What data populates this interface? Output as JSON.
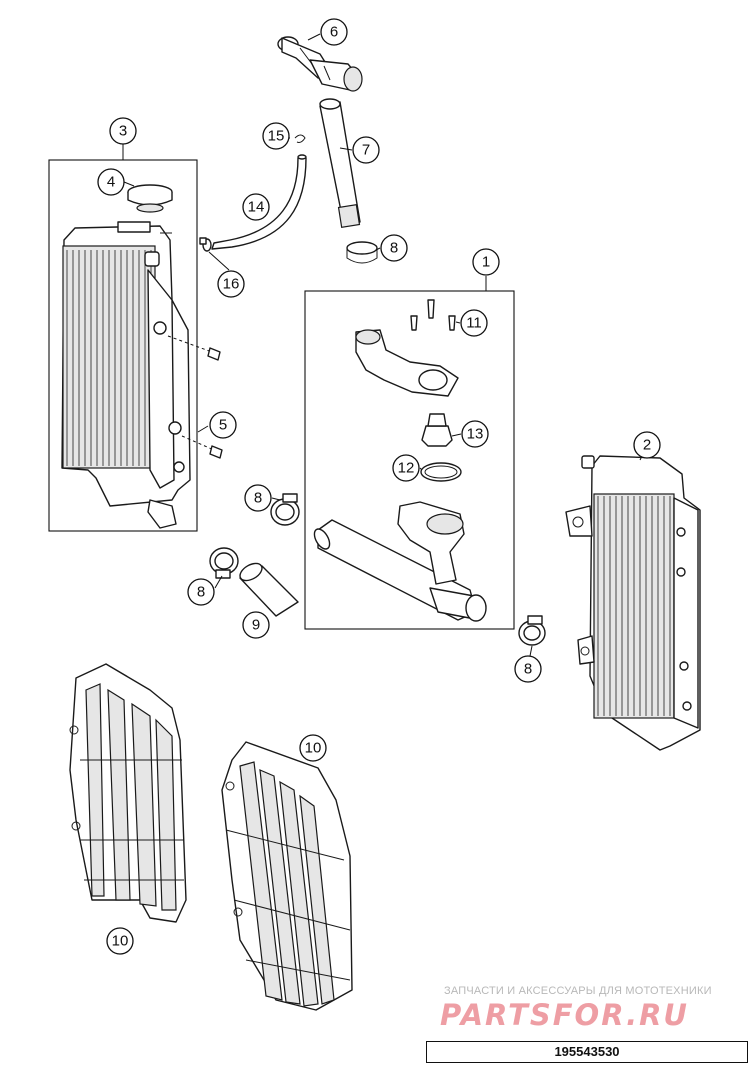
{
  "callouts": [
    {
      "id": "1",
      "label": "1",
      "part": "thermostat-assembly"
    },
    {
      "id": "2",
      "label": "2",
      "part": "radiator-right"
    },
    {
      "id": "3",
      "label": "3",
      "part": "radiator-left-assembly"
    },
    {
      "id": "4",
      "label": "4",
      "part": "radiator-cap"
    },
    {
      "id": "5",
      "label": "5",
      "part": "screw"
    },
    {
      "id": "6",
      "label": "6",
      "part": "top-hose-connector"
    },
    {
      "id": "7",
      "label": "7",
      "part": "top-pipe"
    },
    {
      "id": "8a",
      "label": "8",
      "part": "hose-clamp"
    },
    {
      "id": "8b",
      "label": "8",
      "part": "hose-clamp"
    },
    {
      "id": "8c",
      "label": "8",
      "part": "hose-clamp"
    },
    {
      "id": "8d",
      "label": "8",
      "part": "hose-clamp"
    },
    {
      "id": "9",
      "label": "9",
      "part": "hose-sleeve"
    },
    {
      "id": "10a",
      "label": "10",
      "part": "radiator-guard"
    },
    {
      "id": "10b",
      "label": "10",
      "part": "radiator-guard"
    },
    {
      "id": "11",
      "label": "11",
      "part": "screw-set"
    },
    {
      "id": "12",
      "label": "12",
      "part": "o-ring"
    },
    {
      "id": "13",
      "label": "13",
      "part": "thermostat"
    },
    {
      "id": "14",
      "label": "14",
      "part": "overflow-hose"
    },
    {
      "id": "15",
      "label": "15",
      "part": "clip"
    },
    {
      "id": "16",
      "label": "16",
      "part": "small-clamp"
    }
  ],
  "watermark": {
    "caption": "ЗАПЧАСТИ И АКСЕССУАРЫ ДЛЯ МОТОТЕХНИКИ",
    "logo": "PARTSFOR.RU"
  },
  "diagram_number": "195543530"
}
